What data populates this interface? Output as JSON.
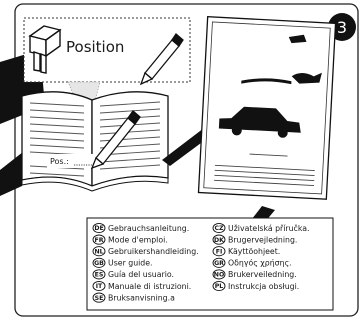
{
  "step_number": "3",
  "position_label": "Position",
  "pos_label": "Pos.:",
  "languages_left": [
    {
      "code": "DE",
      "label": "Gebrauchsanleitung."
    },
    {
      "code": "FR",
      "label": "Mode d'emploi."
    },
    {
      "code": "NL",
      "label": "Gebruikershandleiding."
    },
    {
      "code": "GB",
      "label": "User guide."
    },
    {
      "code": "ES",
      "label": "Guía del usuario."
    },
    {
      "code": "IT",
      "label": "Manuale di istruzioni."
    },
    {
      "code": "SE",
      "label": "Bruksanvisning.a"
    }
  ],
  "languages_right": [
    {
      "code": "CZ",
      "label": "Uživatelská příručka."
    },
    {
      "code": "DK",
      "label": "Brugervejledning."
    },
    {
      "code": "FI",
      "label": "Käyttöohjeet."
    },
    {
      "code": "GR",
      "label": "Οδηγός χρήσης."
    },
    {
      "code": "NO",
      "label": "Brukerveiledning."
    },
    {
      "code": "PL",
      "label": "Instrukcja obsługi."
    }
  ]
}
